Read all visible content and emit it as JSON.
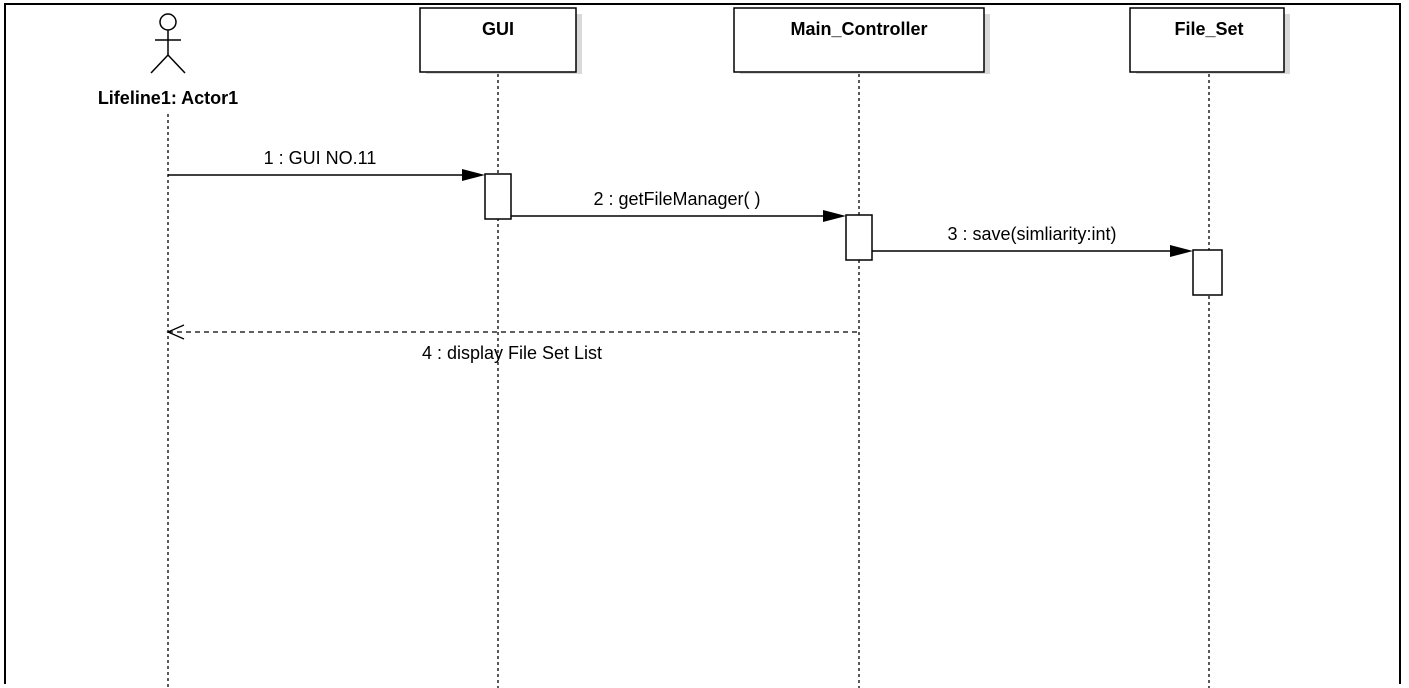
{
  "actor": {
    "label": "Lifeline1: Actor1"
  },
  "lifelines": [
    {
      "id": "gui",
      "label": "GUI"
    },
    {
      "id": "main_controller",
      "label": "Main_Controller"
    },
    {
      "id": "file_set",
      "label": "File_Set"
    }
  ],
  "messages": [
    {
      "label": "1 : GUI NO.11",
      "kind": "sync"
    },
    {
      "label": "2 : getFileManager( )",
      "kind": "sync"
    },
    {
      "label": "3 : save(simliarity:int)",
      "kind": "sync"
    },
    {
      "label": "4 : display File Set List",
      "kind": "return"
    }
  ],
  "colors": {
    "line": "#000000",
    "shadow": "#d9d9d9",
    "background": "#ffffff"
  }
}
